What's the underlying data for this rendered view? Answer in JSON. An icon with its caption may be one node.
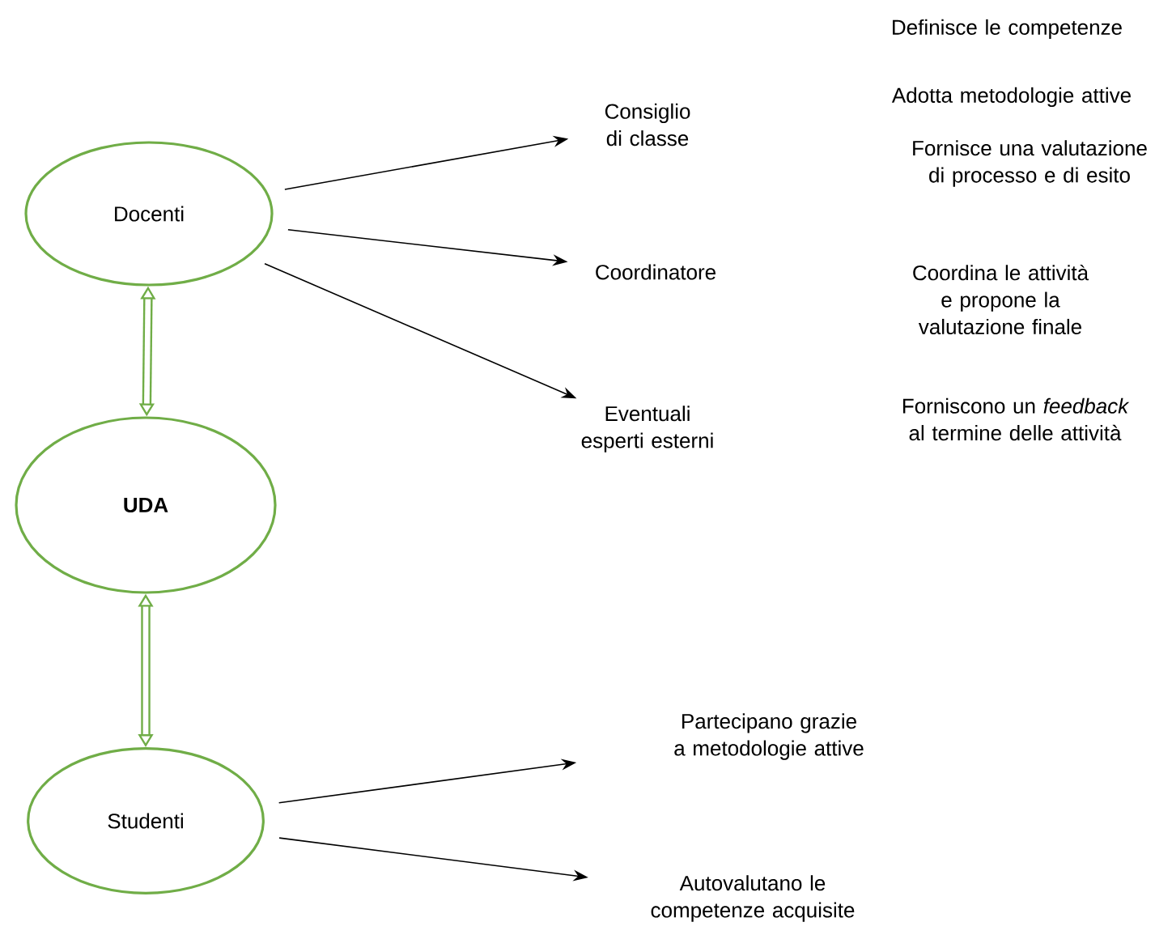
{
  "diagram": {
    "nodes": [
      {
        "text": [
          "Docenti"
        ]
      },
      {
        "text": [
          "**UDA**"
        ]
      },
      {
        "text": [
          "Studenti"
        ]
      },
      {
        "text": [
          "Consiglio di classe"
        ]
      },
      {
        "text": [
          "Coordinatore"
        ]
      },
      {
        "text": [
          "Eventuali esperti esterni"
        ]
      },
      {
        "text": [
          "Partecipano grazie a metodologie attive"
        ]
      },
      {
        "text": [
          "Autovalutano le competenze acquisite"
        ]
      }
    ],
    "edges": [
      {
        "from": 0,
        "to": 3,
        "arrow": "to"
      },
      {
        "from": 0,
        "to": 4,
        "arrow": "to"
      },
      {
        "from": 0,
        "to": 5,
        "arrow": "to"
      },
      {
        "from": 0,
        "to": 1,
        "arrow": "both",
        "style": "thick",
        "color": "#70ad47"
      },
      {
        "from": 1,
        "to": 2,
        "arrow": "both",
        "style": "thick",
        "color": "#70ad47"
      },
      {
        "from": 2,
        "to": 6,
        "arrow": "to"
      },
      {
        "from": 2,
        "to": 7,
        "arrow": "to"
      }
    ],
    "labels": [
      "Definisce le competenze",
      "Adotta metodologie attive",
      "Fornisce una valutazione di processo e di esito",
      "Coordina le attività e propone la valutazione finale",
      "Forniscono un *feedback* al termine delle attività"
    ]
  }
}
